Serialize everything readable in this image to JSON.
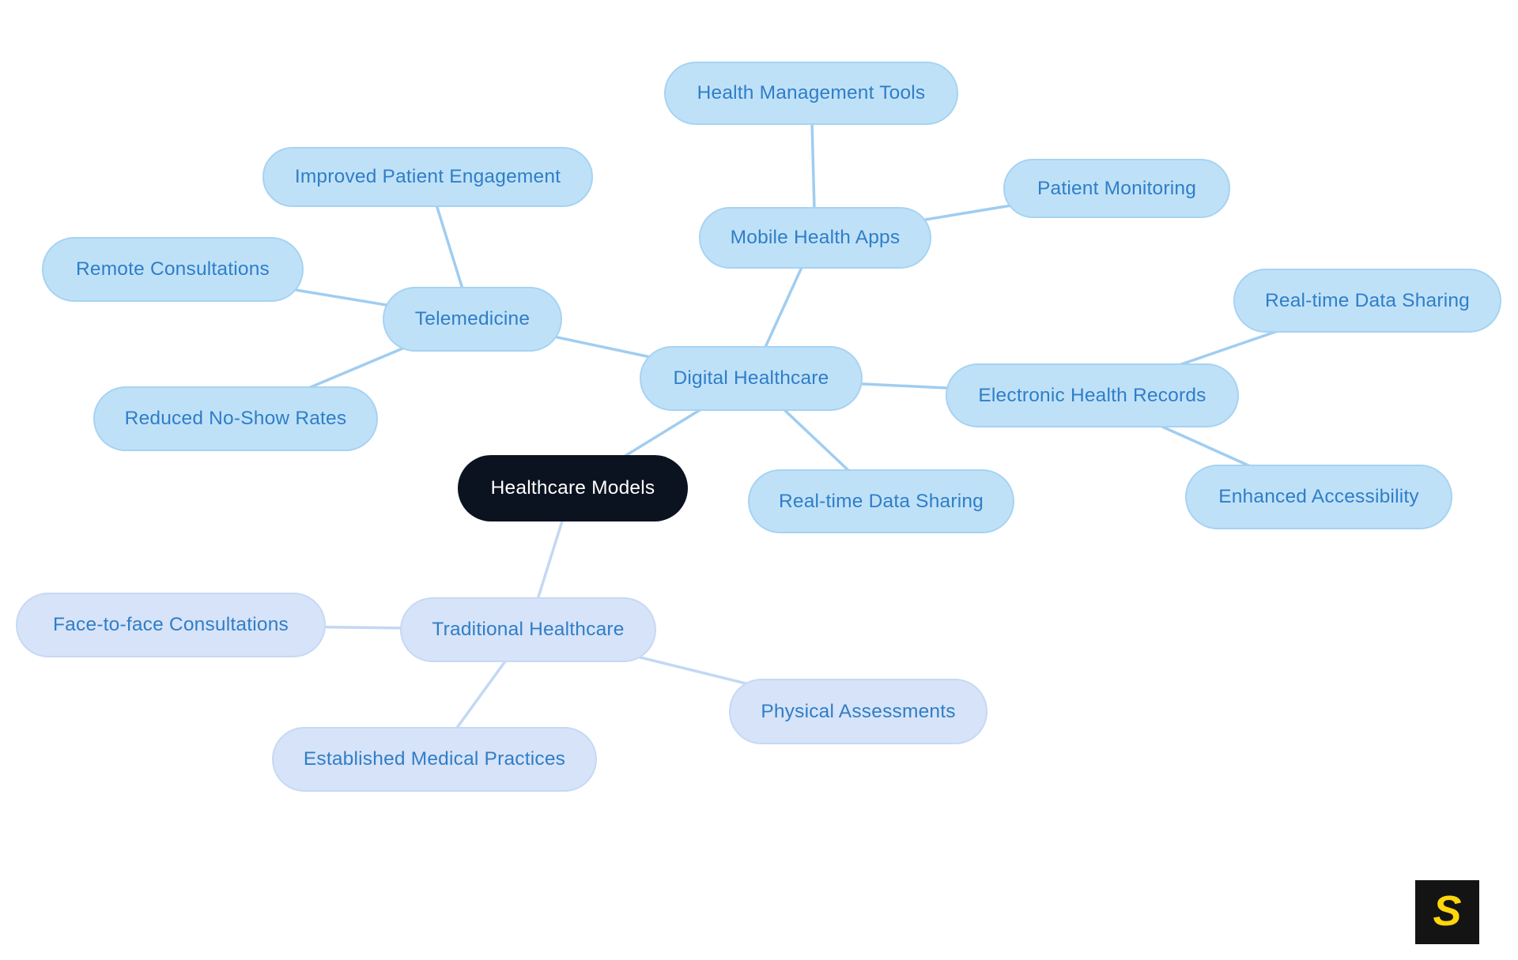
{
  "mindmap": {
    "root": {
      "label": "Healthcare Models",
      "children": [
        {
          "label": "Digital Healthcare",
          "children": [
            {
              "label": "Telemedicine",
              "children": [
                {
                  "label": "Improved Patient Engagement"
                },
                {
                  "label": "Remote Consultations"
                },
                {
                  "label": "Reduced No-Show Rates"
                }
              ]
            },
            {
              "label": "Mobile Health Apps",
              "children": [
                {
                  "label": "Health Management Tools"
                },
                {
                  "label": "Patient Monitoring"
                }
              ]
            },
            {
              "label": "Electronic Health Records",
              "children": [
                {
                  "label": "Real-time Data Sharing"
                },
                {
                  "label": "Enhanced Accessibility"
                }
              ]
            },
            {
              "label": "Real-time Data Sharing"
            }
          ]
        },
        {
          "label": "Traditional Healthcare",
          "children": [
            {
              "label": "Face-to-face Consultations"
            },
            {
              "label": "Established Medical Practices"
            },
            {
              "label": "Physical Assessments"
            }
          ]
        }
      ]
    }
  },
  "logo": {
    "text": "S"
  },
  "colors": {
    "page_bg": "#ffffff",
    "root_bg": "#0c1320",
    "root_text": "#ffffff",
    "node_bg": "#bfe1f8",
    "node_border": "#a6d3f2",
    "node_pale_bg": "#d7e3f8",
    "node_pale_border": "#c6d9f4",
    "node_text": "#2f7ec7",
    "edge": "#a0cdf0",
    "edge_pale": "#c3d8f3",
    "logo_bg": "#141414",
    "logo_text": "#ffd60a"
  }
}
